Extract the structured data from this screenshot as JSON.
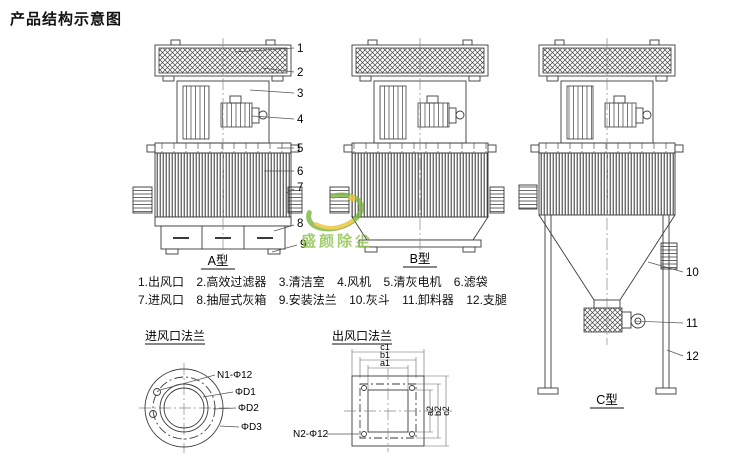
{
  "title": "产品结构示意图",
  "watermark": {
    "text": "盛颜除尘",
    "green": "#7cb342",
    "yellow": "#f0c330"
  },
  "drawings": {
    "a_label": "A型",
    "b_label": "B型",
    "c_label": "C型"
  },
  "callouts": [
    "1",
    "2",
    "3",
    "4",
    "5",
    "6",
    "7",
    "8",
    "9",
    "10",
    "11",
    "12"
  ],
  "legend": {
    "items": [
      "1.出风口",
      "2.高效过滤器",
      "3.清洁室",
      "4.风机",
      "5.清灰电机",
      "6.滤袋",
      "7.进风口",
      "8.抽屉式灰箱",
      "9.安装法兰",
      "10.灰斗",
      "11.卸料器",
      "12.支腿"
    ]
  },
  "inlet_flange": {
    "title": "进风口法兰",
    "bolt_label": "N1-Φ12",
    "d1": "ΦD1",
    "d2": "ΦD2",
    "d3": "ΦD3"
  },
  "outlet_flange": {
    "title": "出风口法兰",
    "bolt_label": "N2-Φ12",
    "c1": "c1",
    "b1": "b1",
    "a1": "a1",
    "a2": "a2",
    "b2": "b2",
    "c2": "c2"
  }
}
